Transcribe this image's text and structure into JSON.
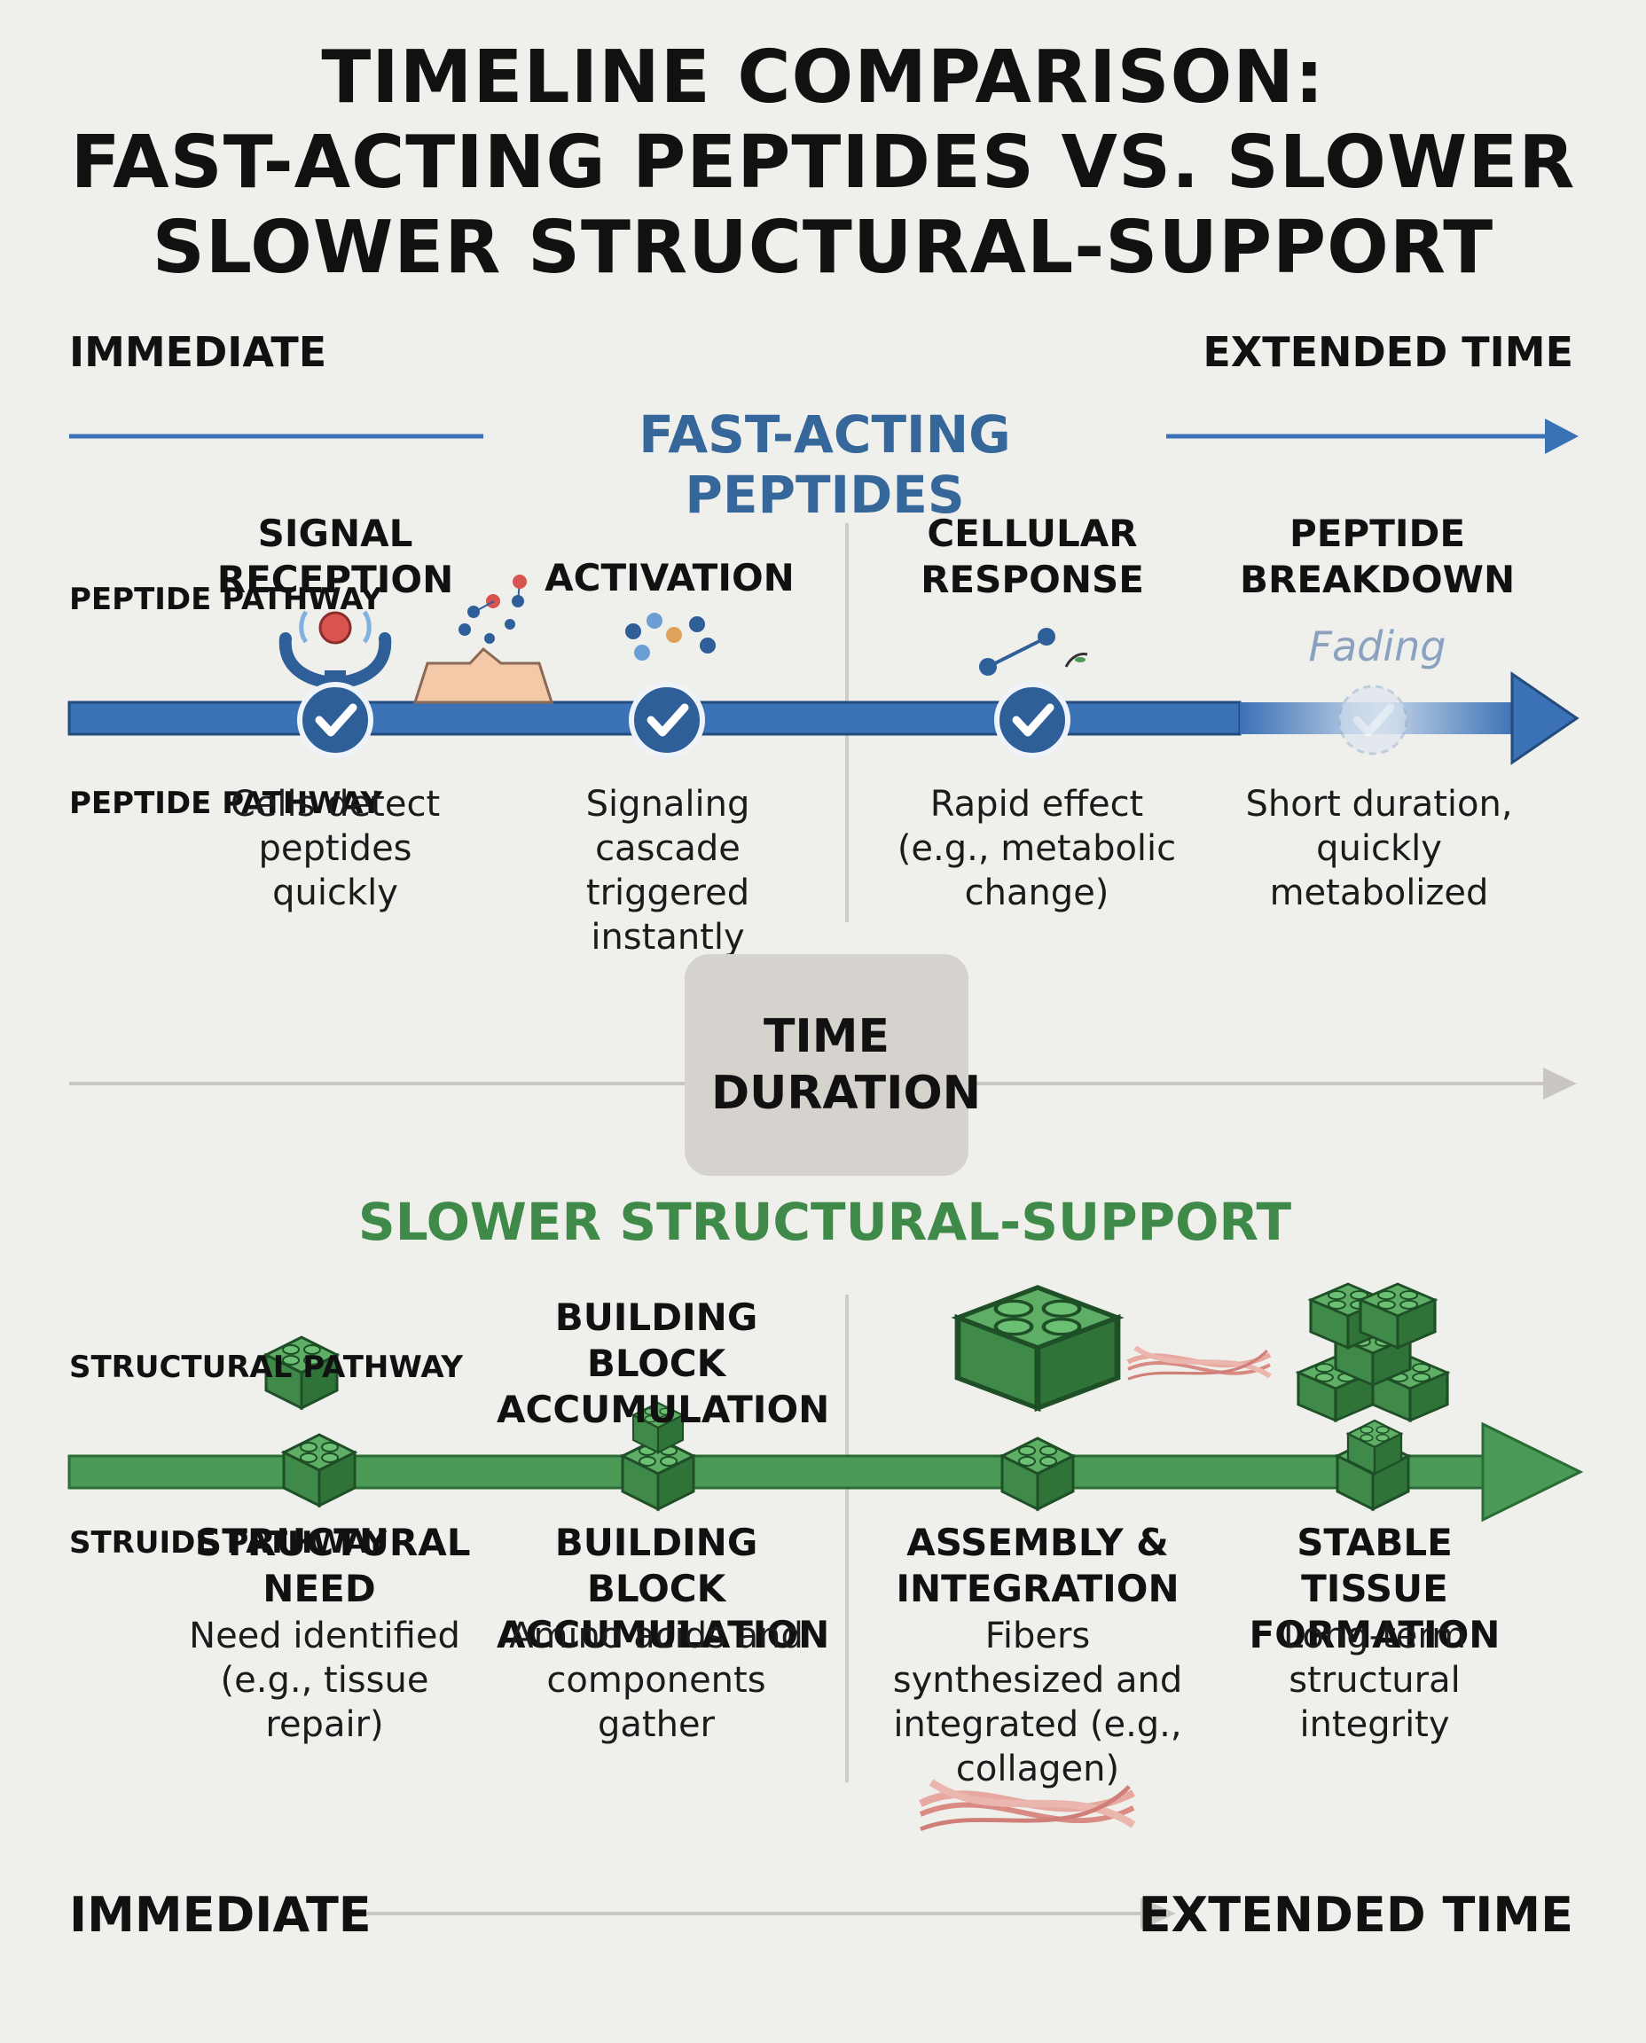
{
  "title": {
    "line1": "TIMELINE COMPARISON:",
    "line2": "FAST-ACTING PEPTIDES VS. SLOWER",
    "line3": "SLOWER STRUCTURAL-SUPPORT"
  },
  "top_axis": {
    "start": "IMMEDIATE",
    "end": "EXTENDED TIME"
  },
  "fast": {
    "heading": "FAST-ACTING PEPTIDES",
    "side_label_top": "PEPTIDE PATHWAY",
    "side_label_bottom": "PEPTIDE PATHWAY",
    "stages": [
      {
        "name": "SIGNAL RECEPTION",
        "desc": "Cells detect peptides quickly"
      },
      {
        "name": "ACTIVATION",
        "desc": "Signaling cascade triggered instantly"
      },
      {
        "name": "CELLULAR RESPONSE",
        "desc": "Rapid effect (e.g., metabolic change)"
      },
      {
        "name": "PEPTIDE BREAKDOWN",
        "desc": "Short duration, quickly metabolized"
      }
    ],
    "fading_label": "Fading",
    "colors": {
      "line": "#3b71b5",
      "node": "#2f5f99"
    }
  },
  "time_box": {
    "label": "TIME DURATION"
  },
  "slow": {
    "heading": "SLOWER STRUCTURAL-SUPPORT",
    "side_label_top": "STRUCTURAL PATHWAY",
    "side_label_bottom": "STRUIDE PATHWAY",
    "upper_label": "BUILDING BLOCK ACCUMULATION",
    "stages": [
      {
        "name": "STRUCTURAL NEED",
        "desc": "Need identified (e.g., tissue repair)"
      },
      {
        "name": "BUILDING BLOCK ACCUMULATION",
        "desc": "Amino acids and components gather"
      },
      {
        "name": "ASSEMBLY & INTEGRATION",
        "desc": "Fibers synthesized and integrated (e.g., collagen)"
      },
      {
        "name": "STABLE TISSUE FORMATION",
        "desc": "Long-term structural integrity"
      }
    ],
    "colors": {
      "line": "#4a9a55",
      "block": "#3f8a49"
    }
  },
  "bottom_axis": {
    "start": "IMMEDIATE",
    "end": "EXTENDED TIME"
  },
  "icons": [
    "receptor-icon",
    "molecules-icon",
    "checkmark-icon",
    "bond-icon",
    "building-block-icon",
    "collagen-fiber-icon"
  ]
}
